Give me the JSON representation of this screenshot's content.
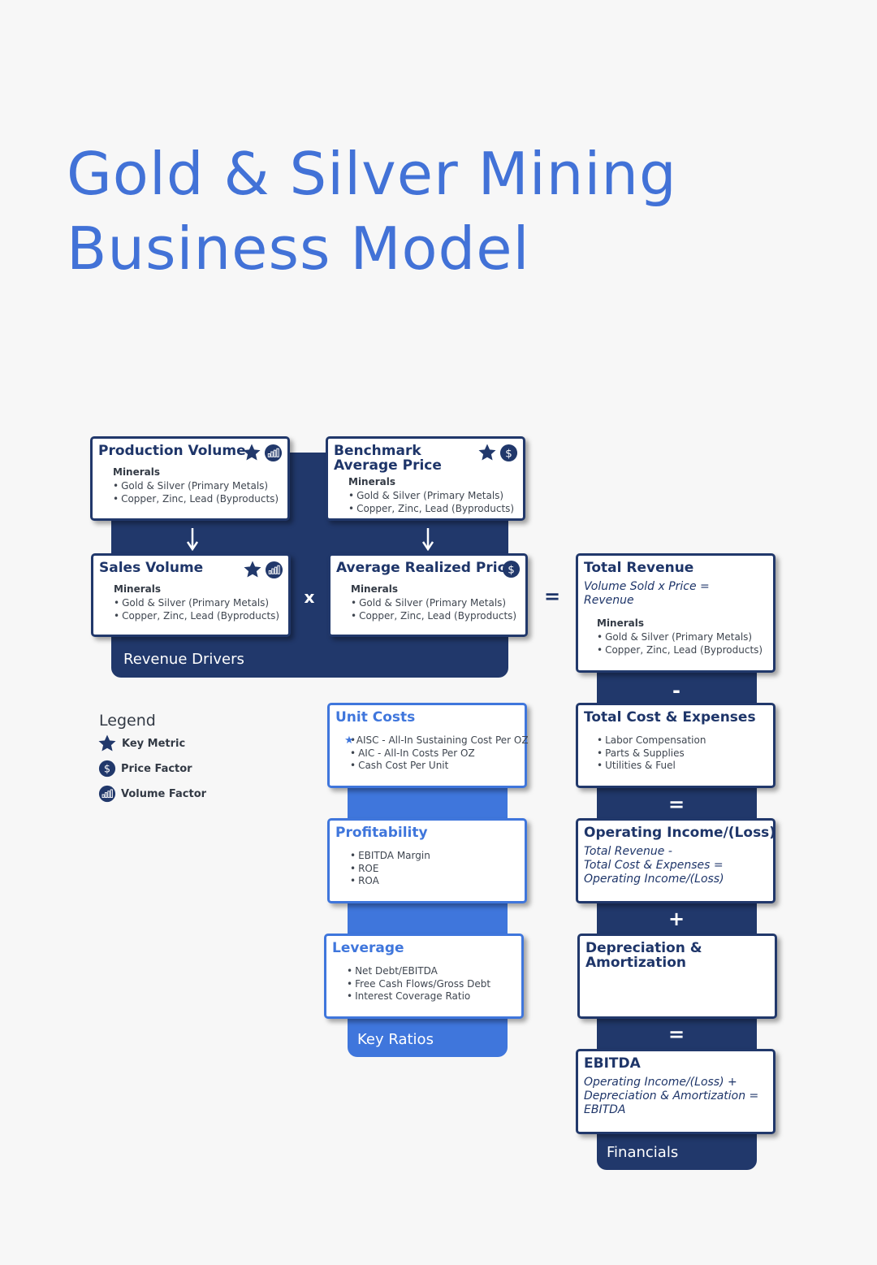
{
  "title": {
    "line1": "Gold & Silver Mining",
    "line2": "Business Model"
  },
  "revenue_drivers": {
    "label": "Revenue Drivers",
    "production_volume": {
      "title": "Production Volume",
      "section": "Minerals",
      "items": [
        "Gold & Silver (Primary Metals)",
        "Copper, Zinc, Lead (Byproducts)"
      ]
    },
    "benchmark_price": {
      "title": "Benchmark Average Price",
      "section": "Minerals",
      "items": [
        "Gold & Silver (Primary Metals)",
        "Copper, Zinc, Lead (Byproducts)"
      ]
    },
    "sales_volume": {
      "title": "Sales Volume",
      "section": "Minerals",
      "items": [
        "Gold & Silver (Primary Metals)",
        "Copper, Zinc, Lead (Byproducts)"
      ]
    },
    "realized_price": {
      "title": "Average Realized Price",
      "section": "Minerals",
      "items": [
        "Gold & Silver (Primary Metals)",
        "Copper, Zinc, Lead (Byproducts)"
      ]
    },
    "multiply_op": "x",
    "equals_op": "="
  },
  "legend": {
    "title": "Legend",
    "items": [
      {
        "label": "Key Metric",
        "icon": "star-icon"
      },
      {
        "label": "Price Factor",
        "icon": "dollar-icon"
      },
      {
        "label": "Volume Factor",
        "icon": "bar-chart-icon"
      }
    ]
  },
  "key_ratios": {
    "label": "Key Ratios",
    "unit_costs": {
      "title": "Unit Costs",
      "items": [
        "AISC - All-In Sustaining Cost Per OZ",
        "AIC - All-In Costs Per OZ",
        "Cash Cost Per Unit"
      ]
    },
    "profitability": {
      "title": "Profitability",
      "items": [
        "EBITDA Margin",
        "ROE",
        "ROA"
      ]
    },
    "leverage": {
      "title": "Leverage",
      "items": [
        "Net Debt/EBITDA",
        "Free Cash Flows/Gross Debt",
        "Interest Coverage Ratio"
      ]
    }
  },
  "financials": {
    "label": "Financials",
    "total_revenue": {
      "title": "Total Revenue",
      "formula": "Volume Sold x Price = Revenue",
      "section": "Minerals",
      "items": [
        "Gold & Silver (Primary Metals)",
        "Copper, Zinc, Lead (Byproducts)"
      ]
    },
    "total_cost": {
      "title": "Total Cost & Expenses",
      "items": [
        "Labor Compensation",
        "Parts & Supplies",
        "Utilities & Fuel"
      ]
    },
    "operating_income": {
      "title": "Operating Income/(Loss)",
      "formula_lines": [
        "Total Revenue -",
        "Total Cost & Expenses =",
        "Operating Income/(Loss)"
      ]
    },
    "da": {
      "title": "Depreciation & Amortization"
    },
    "ebitda": {
      "title": "EBITDA",
      "formula_lines": [
        "Operating Income/(Loss) +",
        "Depreciation & Amortization =",
        "EBITDA"
      ]
    },
    "ops": {
      "minus": "-",
      "equals1": "=",
      "plus": "+",
      "equals2": "="
    }
  },
  "colors": {
    "navy": "#21386b",
    "blue": "#3f76dc",
    "title": "#4272d7"
  }
}
